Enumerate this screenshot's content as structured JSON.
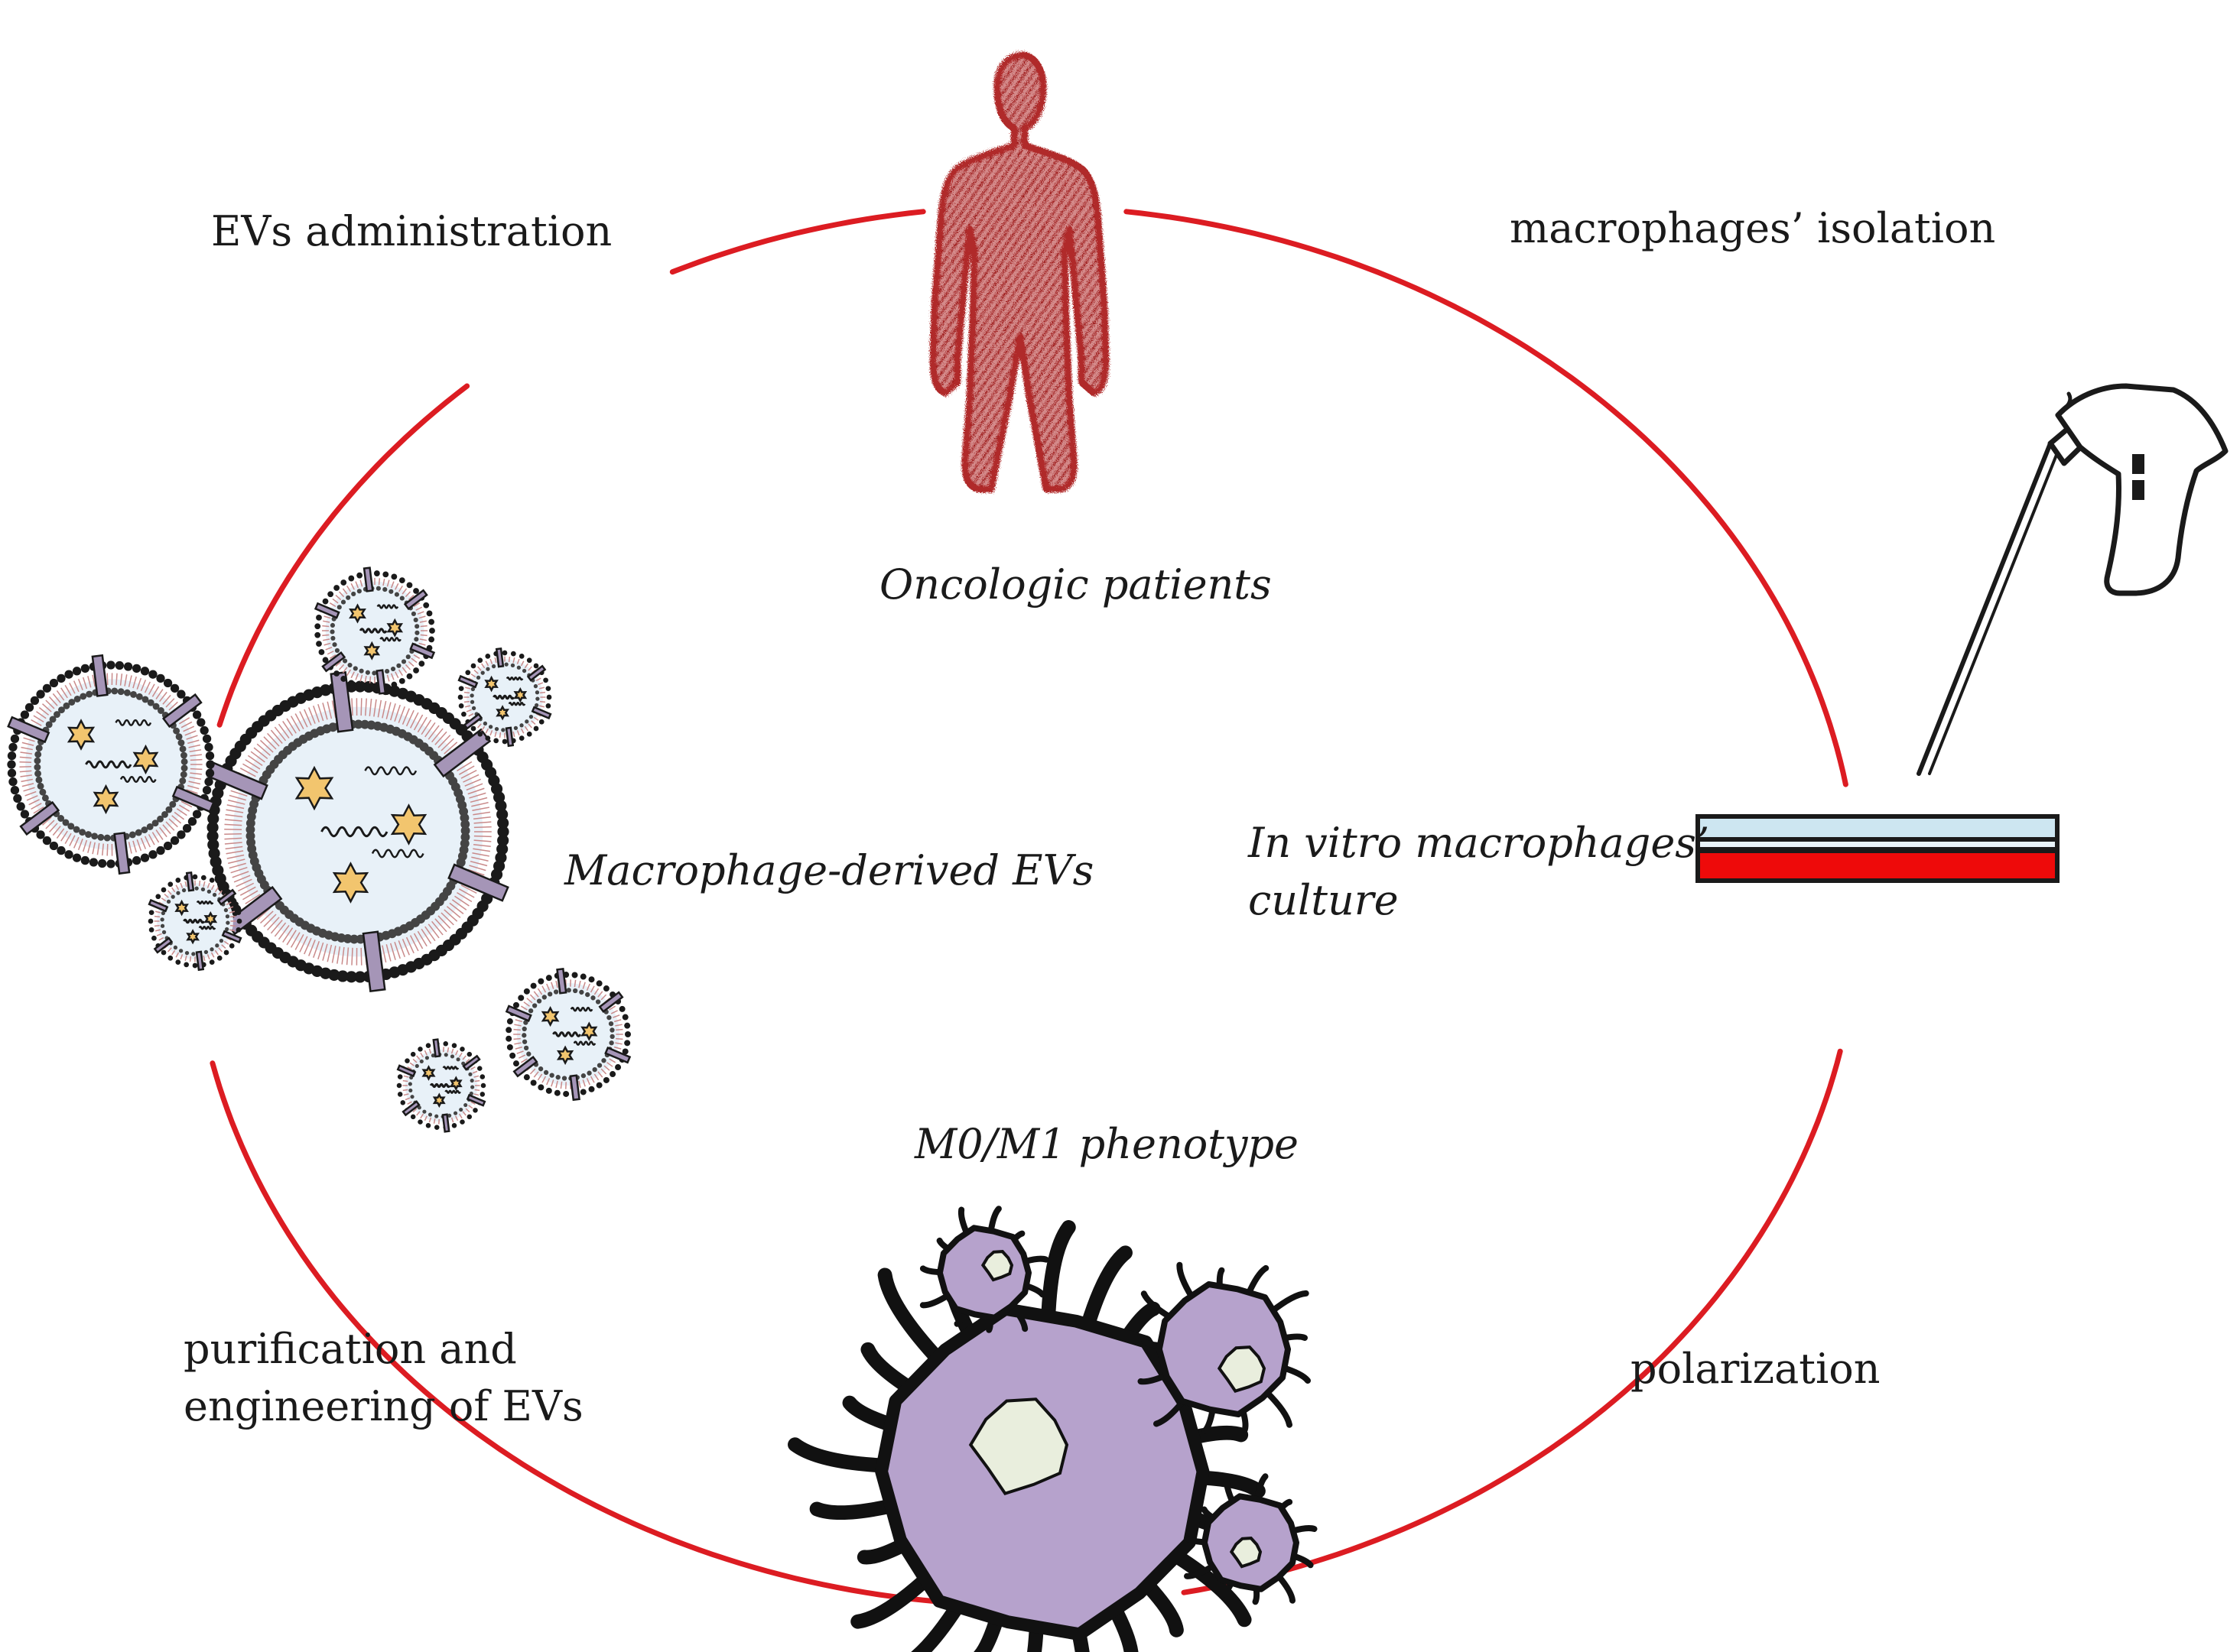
{
  "colors": {
    "cycle": "#dc1c22",
    "patient": "#b02a2a",
    "culture_medium": "#ee0a0a",
    "culture_lid": "#cde6f1",
    "cell_fill": "#b6a2cc",
    "nucleus_fill": "#e9eedd",
    "ev_fill": "#e8f1f8",
    "cargo_star": "#f2c56e",
    "receptor": "#a595b7"
  },
  "icons": {
    "patient": "human-silhouette-icon",
    "pipette": "pipette-icon",
    "dish": "petri-dish-icon",
    "evs": "extracellular-vesicle-icon",
    "cells": "macrophage-cell-icon"
  },
  "labels": {
    "ev_administration": "EVs administration",
    "macrophage_isolation": "macrophages’ isolation",
    "oncologic_patients": "Oncologic patients",
    "culture_line1": "In vitro macrophages’",
    "culture_line2": "culture",
    "macrophage_evs": "Macrophage-derived EVs",
    "phenotype": "M0/M1 phenotype",
    "purification_line1": "purification and",
    "purification_line2": "engineering of EVs",
    "polarization": "polarization"
  }
}
